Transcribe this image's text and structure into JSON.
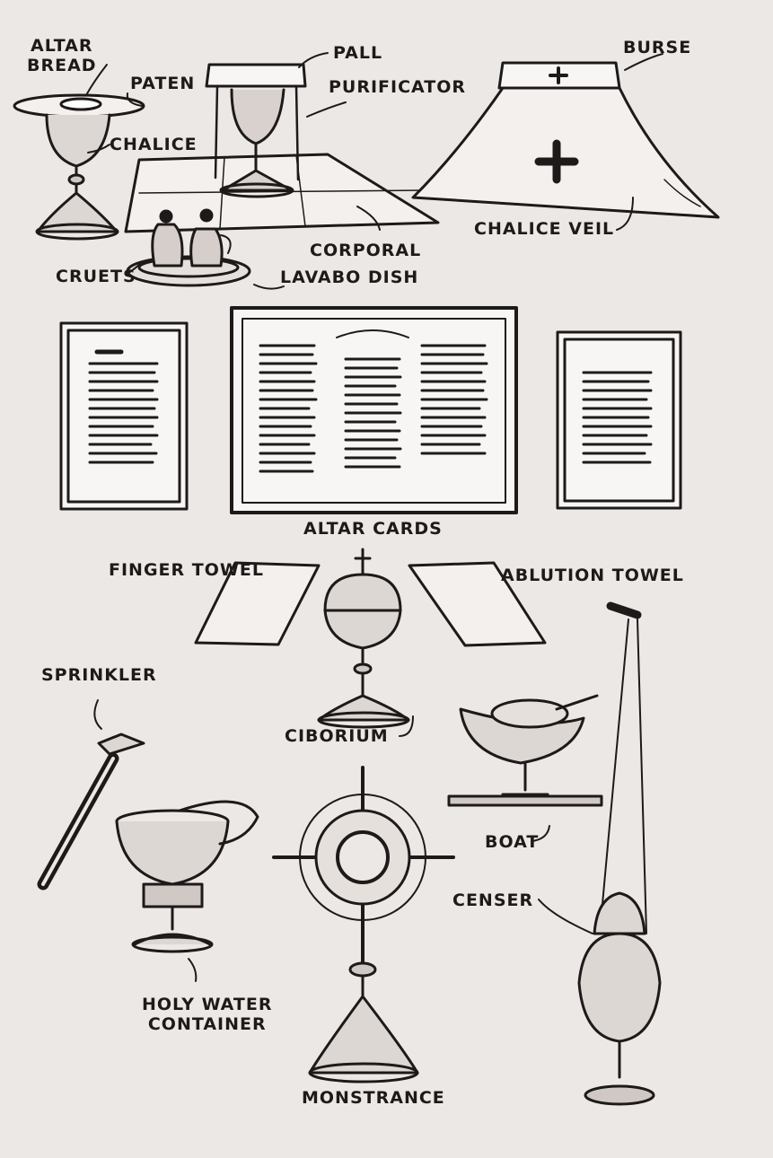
{
  "labels": {
    "altar_bread": "ALTAR\nBREAD",
    "paten": "PATEN",
    "chalice": "CHALICE",
    "pall": "PALL",
    "purificator": "PURIFICATOR",
    "burse": "BURSE",
    "chalice_veil": "CHALICE VEIL",
    "corporal": "CORPORAL",
    "cruets": "CRUETS",
    "lavabo_dish": "LAVABO DISH",
    "altar_cards": "ALTAR CARDS",
    "finger_towel": "FINGER TOWEL",
    "ablution_towel": "ABLUTION TOWEL",
    "sprinkler": "SPRINKLER",
    "ciborium": "CIBORIUM",
    "boat": "BOAT",
    "censer": "CENSER",
    "holy_water_container": "HOLY WATER\nCONTAINER",
    "monstrance": "MONSTRANCE"
  },
  "colors": {
    "paper": "#ece8e5",
    "ink": "#1d1a19",
    "bleed_through": "#bdb6b2"
  }
}
